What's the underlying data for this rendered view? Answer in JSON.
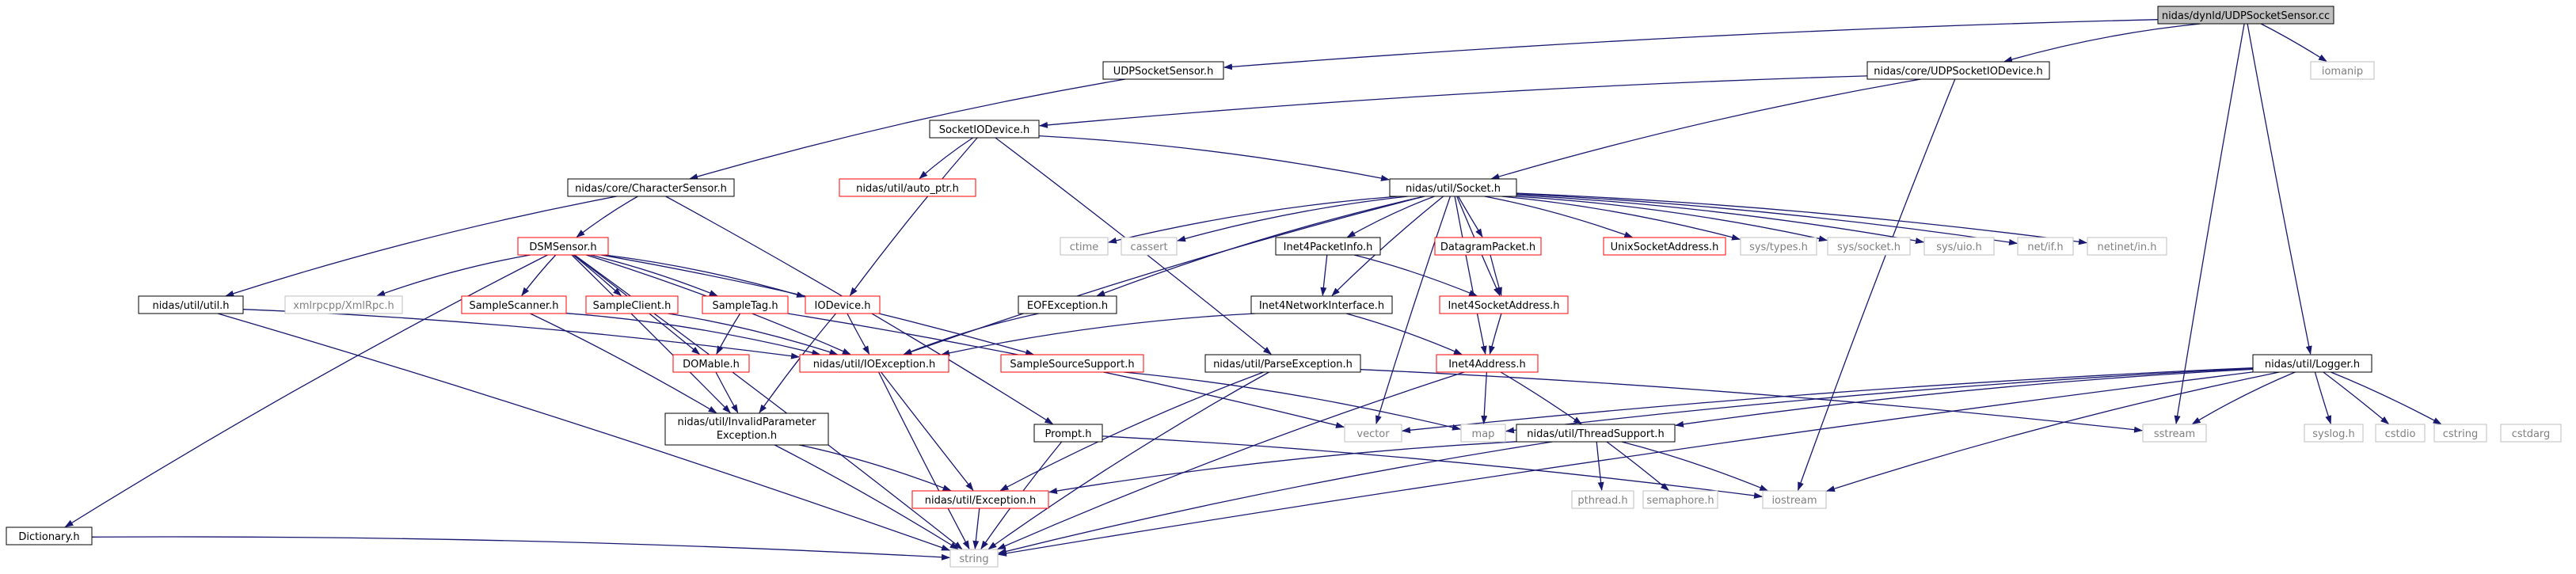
{
  "nodes": [
    {
      "id": "root",
      "label": "nidas/dynld/UDPSocketSensor.cc",
      "kind": "root"
    },
    {
      "id": "udpss",
      "label": "UDPSocketSensor.h",
      "kind": "doc"
    },
    {
      "id": "cudp",
      "label": "nidas/core/UDPSocketIODevice.h",
      "kind": "doc"
    },
    {
      "id": "iomanip",
      "label": "iomanip",
      "kind": "ext"
    },
    {
      "id": "sockio",
      "label": "SocketIODevice.h",
      "kind": "doc"
    },
    {
      "id": "autoptr",
      "label": "nidas/util/auto_ptr.h",
      "kind": "trunc"
    },
    {
      "id": "socket",
      "label": "nidas/util/Socket.h",
      "kind": "doc"
    },
    {
      "id": "charsens",
      "label": "nidas/core/CharacterSensor.h",
      "kind": "doc"
    },
    {
      "id": "dsm",
      "label": "DSMSensor.h",
      "kind": "trunc"
    },
    {
      "id": "ctime",
      "label": "ctime",
      "kind": "ext"
    },
    {
      "id": "cassert",
      "label": "cassert",
      "kind": "ext"
    },
    {
      "id": "i4pi",
      "label": "Inet4PacketInfo.h",
      "kind": "doc"
    },
    {
      "id": "dgram",
      "label": "DatagramPacket.h",
      "kind": "trunc"
    },
    {
      "id": "unixsa",
      "label": "UnixSocketAddress.h",
      "kind": "trunc"
    },
    {
      "id": "systypes",
      "label": "sys/types.h",
      "kind": "ext"
    },
    {
      "id": "syssock",
      "label": "sys/socket.h",
      "kind": "ext"
    },
    {
      "id": "sysuio",
      "label": "sys/uio.h",
      "kind": "ext"
    },
    {
      "id": "netif",
      "label": "net/if.h",
      "kind": "ext"
    },
    {
      "id": "netin",
      "label": "netinet/in.h",
      "kind": "ext"
    },
    {
      "id": "utilh",
      "label": "nidas/util/util.h",
      "kind": "doc"
    },
    {
      "id": "xmlrpc",
      "label": "xmlrpcpp/XmlRpc.h",
      "kind": "ext"
    },
    {
      "id": "sscan",
      "label": "SampleScanner.h",
      "kind": "trunc"
    },
    {
      "id": "sclient",
      "label": "SampleClient.h",
      "kind": "trunc"
    },
    {
      "id": "stag",
      "label": "SampleTag.h",
      "kind": "trunc"
    },
    {
      "id": "iodev",
      "label": "IODevice.h",
      "kind": "trunc"
    },
    {
      "id": "eofex",
      "label": "EOFException.h",
      "kind": "doc"
    },
    {
      "id": "i4ni",
      "label": "Inet4NetworkInterface.h",
      "kind": "doc"
    },
    {
      "id": "i4sa",
      "label": "Inet4SocketAddress.h",
      "kind": "trunc"
    },
    {
      "id": "logger",
      "label": "nidas/util/Logger.h",
      "kind": "doc"
    },
    {
      "id": "domable",
      "label": "DOMable.h",
      "kind": "trunc"
    },
    {
      "id": "ioex",
      "label": "nidas/util/IOException.h",
      "kind": "trunc"
    },
    {
      "id": "sss",
      "label": "SampleSourceSupport.h",
      "kind": "trunc"
    },
    {
      "id": "parseex",
      "label": "nidas/util/ParseException.h",
      "kind": "doc"
    },
    {
      "id": "i4a",
      "label": "Inet4Address.h",
      "kind": "trunc"
    },
    {
      "id": "dict",
      "label": "Dictionary.h",
      "kind": "doc"
    },
    {
      "id": "invparam",
      "label": "nidas/util/InvalidParameter",
      "label2": "Exception.h",
      "kind": "doc"
    },
    {
      "id": "prompt",
      "label": "Prompt.h",
      "kind": "doc"
    },
    {
      "id": "vector",
      "label": "vector",
      "kind": "ext"
    },
    {
      "id": "map",
      "label": "map",
      "kind": "ext"
    },
    {
      "id": "thread",
      "label": "nidas/util/ThreadSupport.h",
      "kind": "doc"
    },
    {
      "id": "sstream",
      "label": "sstream",
      "kind": "ext"
    },
    {
      "id": "syslog",
      "label": "syslog.h",
      "kind": "ext"
    },
    {
      "id": "cstdio",
      "label": "cstdio",
      "kind": "ext"
    },
    {
      "id": "cstring",
      "label": "cstring",
      "kind": "ext"
    },
    {
      "id": "cstdarg",
      "label": "cstdarg",
      "kind": "ext"
    },
    {
      "id": "exc",
      "label": "nidas/util/Exception.h",
      "kind": "trunc"
    },
    {
      "id": "pthread",
      "label": "pthread.h",
      "kind": "ext"
    },
    {
      "id": "semaphore",
      "label": "semaphore.h",
      "kind": "ext"
    },
    {
      "id": "iostream",
      "label": "iostream",
      "kind": "ext"
    },
    {
      "id": "string",
      "label": "string",
      "kind": "ext"
    }
  ],
  "edges": [
    [
      "root",
      "udpss"
    ],
    [
      "root",
      "cudp"
    ],
    [
      "root",
      "iomanip"
    ],
    [
      "root",
      "sstream"
    ],
    [
      "root",
      "logger"
    ],
    [
      "udpss",
      "charsens"
    ],
    [
      "cudp",
      "sockio"
    ],
    [
      "cudp",
      "socket"
    ],
    [
      "cudp",
      "iostream"
    ],
    [
      "sockio",
      "autoptr"
    ],
    [
      "sockio",
      "socket"
    ],
    [
      "sockio",
      "iodev"
    ],
    [
      "sockio",
      "parseex"
    ],
    [
      "charsens",
      "dsm"
    ],
    [
      "charsens",
      "utilh"
    ],
    [
      "charsens",
      "prompt"
    ],
    [
      "socket",
      "ctime"
    ],
    [
      "socket",
      "cassert"
    ],
    [
      "socket",
      "i4pi"
    ],
    [
      "socket",
      "dgram"
    ],
    [
      "socket",
      "unixsa"
    ],
    [
      "socket",
      "systypes"
    ],
    [
      "socket",
      "syssock"
    ],
    [
      "socket",
      "sysuio"
    ],
    [
      "socket",
      "netif"
    ],
    [
      "socket",
      "netin"
    ],
    [
      "socket",
      "ioex"
    ],
    [
      "socket",
      "eofex"
    ],
    [
      "socket",
      "i4ni"
    ],
    [
      "socket",
      "i4sa"
    ],
    [
      "socket",
      "i4a"
    ],
    [
      "socket",
      "vector"
    ],
    [
      "dsm",
      "xmlrpc"
    ],
    [
      "dsm",
      "sscan"
    ],
    [
      "dsm",
      "sclient"
    ],
    [
      "dsm",
      "stag"
    ],
    [
      "dsm",
      "iodev"
    ],
    [
      "dsm",
      "dict"
    ],
    [
      "dsm",
      "ioex"
    ],
    [
      "dsm",
      "sss"
    ],
    [
      "dsm",
      "string"
    ],
    [
      "dsm",
      "domable"
    ],
    [
      "dsm",
      "invparam"
    ],
    [
      "utilh",
      "ioex"
    ],
    [
      "utilh",
      "string"
    ],
    [
      "sscan",
      "ioex"
    ],
    [
      "sscan",
      "invparam"
    ],
    [
      "sclient",
      "ioex"
    ],
    [
      "stag",
      "domable"
    ],
    [
      "stag",
      "vector"
    ],
    [
      "iodev",
      "ioex"
    ],
    [
      "iodev",
      "invparam"
    ],
    [
      "eofex",
      "ioex"
    ],
    [
      "i4pi",
      "i4ni"
    ],
    [
      "i4pi",
      "i4sa"
    ],
    [
      "dgram",
      "i4sa"
    ],
    [
      "i4ni",
      "i4a"
    ],
    [
      "i4ni",
      "ioex"
    ],
    [
      "i4sa",
      "i4a"
    ],
    [
      "domable",
      "invparam"
    ],
    [
      "ioex",
      "exc"
    ],
    [
      "ioex",
      "string"
    ],
    [
      "sss",
      "map"
    ],
    [
      "parseex",
      "exc"
    ],
    [
      "parseex",
      "string"
    ],
    [
      "parseex",
      "sstream"
    ],
    [
      "i4a",
      "map"
    ],
    [
      "i4a",
      "thread"
    ],
    [
      "i4a",
      "string"
    ],
    [
      "invparam",
      "exc"
    ],
    [
      "invparam",
      "string"
    ],
    [
      "prompt",
      "iostream"
    ],
    [
      "prompt",
      "string"
    ],
    [
      "logger",
      "thread"
    ],
    [
      "logger",
      "vector"
    ],
    [
      "logger",
      "map"
    ],
    [
      "logger",
      "sstream"
    ],
    [
      "logger",
      "syslog"
    ],
    [
      "logger",
      "cstdio"
    ],
    [
      "logger",
      "cstring"
    ],
    [
      "logger",
      "cstarg"
    ],
    [
      "logger",
      "iostream"
    ],
    [
      "logger",
      "string"
    ],
    [
      "thread",
      "pthread"
    ],
    [
      "thread",
      "semaphore"
    ],
    [
      "thread",
      "exc"
    ],
    [
      "thread",
      "string"
    ],
    [
      "thread",
      "iostream"
    ],
    [
      "exc",
      "string"
    ],
    [
      "dict",
      "string"
    ]
  ],
  "colors": {
    "edge": "#191970",
    "root_fill": "#bfbfbf",
    "doc_border": "#000000",
    "trunc_border": "#ff0000",
    "ext_border": "#bfbfbf",
    "ext_text": "#808080",
    "text": "#000000"
  }
}
